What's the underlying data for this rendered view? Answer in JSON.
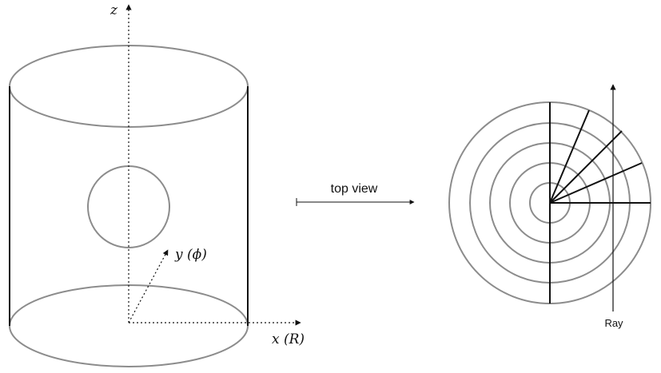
{
  "labels": {
    "z_axis": "z",
    "y_axis": "y (ϕ)",
    "x_axis": "x (R)",
    "top_view": "top view",
    "ray": "Ray"
  },
  "colors": {
    "gray_stroke": "#8c8c8c",
    "black_stroke": "#111111",
    "background": "#ffffff"
  },
  "top_view_grid": {
    "ring_count": 5,
    "spoke_angles_deg": [
      0,
      22,
      42,
      60,
      90,
      270
    ]
  }
}
